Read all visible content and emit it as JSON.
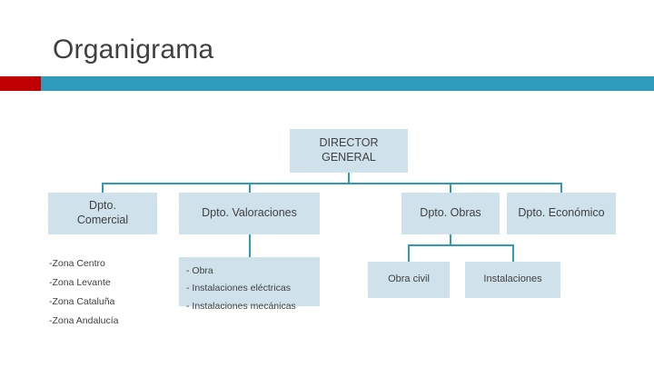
{
  "page": {
    "title": "Organigrama"
  },
  "decor": {
    "bar_red_color": "#c00000",
    "bar_teal_color": "#2e9bbd"
  },
  "chart_data": {
    "type": "diagram",
    "diagram_kind": "organization-chart",
    "node_fill": "#cfe2ec",
    "connector_color": "#2e9bbd",
    "text_color": "#404040",
    "nodes": [
      {
        "id": "director",
        "label": "DIRECTOR\nGENERAL",
        "line1": "DIRECTOR",
        "line2": "GENERAL",
        "level": 0
      },
      {
        "id": "comercial",
        "label": "Dpto.\nComercial",
        "line1": "Dpto.",
        "line2": "Comercial",
        "level": 1
      },
      {
        "id": "valoraciones",
        "label": "Dpto. Valoraciones",
        "level": 1
      },
      {
        "id": "obras",
        "label": "Dpto. Obras",
        "level": 1
      },
      {
        "id": "economico",
        "label": "Dpto. Económico",
        "level": 1
      },
      {
        "id": "obracivil",
        "label": "Obra civil",
        "level": 2
      },
      {
        "id": "instalaciones",
        "label": "Instalaciones",
        "level": 2
      }
    ],
    "edges": [
      {
        "from": "director",
        "to": "comercial"
      },
      {
        "from": "director",
        "to": "valoraciones"
      },
      {
        "from": "director",
        "to": "obras"
      },
      {
        "from": "director",
        "to": "economico"
      },
      {
        "from": "obras",
        "to": "obracivil"
      },
      {
        "from": "obras",
        "to": "instalaciones"
      }
    ],
    "lists": {
      "comercial": [
        "-Zona Centro",
        "-Zona Levante",
        "-Zona Cataluña",
        "-Zona Andalucía"
      ],
      "valoraciones": [
        "- Obra",
        "- Instalaciones eléctricas",
        "- Instalaciones mecánicas"
      ]
    }
  }
}
